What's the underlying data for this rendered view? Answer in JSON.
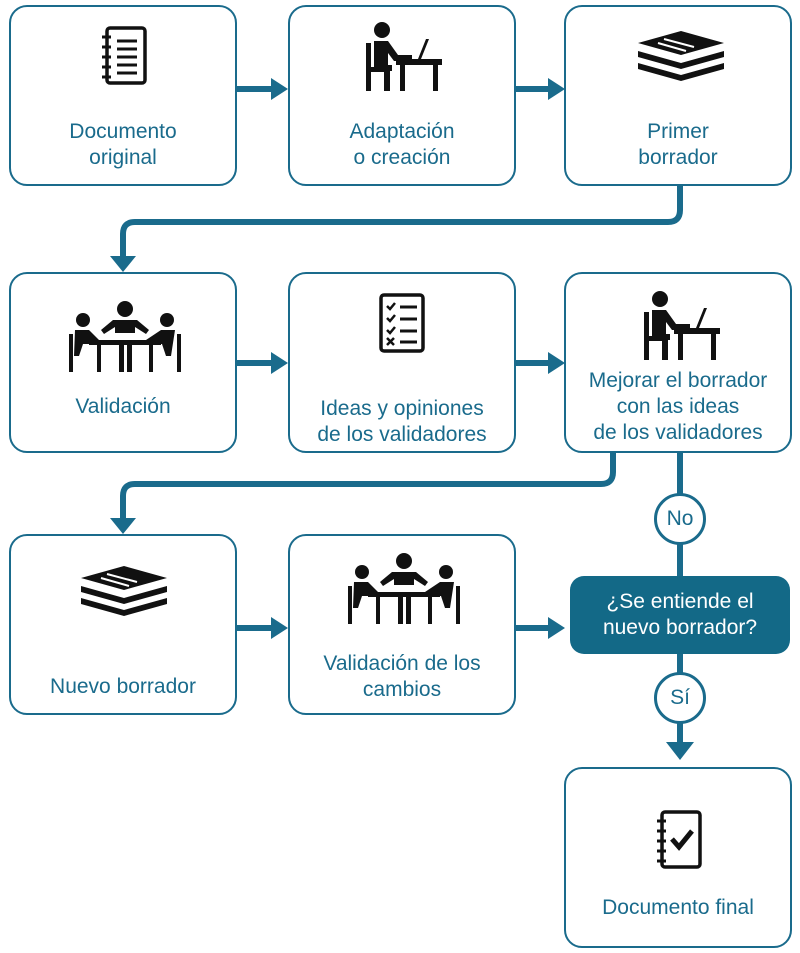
{
  "colors": {
    "accent": "#1a6b8c",
    "decision_fill": "#136987",
    "icon": "#111111"
  },
  "nodes": {
    "documento_original": {
      "line1": "Documento",
      "line2": "original",
      "icon": "notebook-icon"
    },
    "adaptacion": {
      "line1": "Adaptación",
      "line2": "o creación",
      "icon": "person-at-desk-icon"
    },
    "primer_borrador": {
      "line1": "Primer",
      "line2": "borrador",
      "icon": "paper-stack-icon"
    },
    "validacion": {
      "line1": "Validación",
      "icon": "meeting-icon"
    },
    "ideas": {
      "line1": "Ideas y opiniones",
      "line2": "de los validadores",
      "icon": "checklist-icon"
    },
    "mejorar": {
      "line1": "Mejorar el borrador",
      "line2": "con las ideas",
      "line3": "de los validadores",
      "icon": "person-at-desk-icon"
    },
    "nuevo_borrador": {
      "line1": "Nuevo borrador",
      "icon": "paper-stack-icon"
    },
    "validacion_cambios": {
      "line1": "Validación de los",
      "line2": "cambios",
      "icon": "meeting-icon"
    },
    "decision": {
      "line1": "¿Se entiende el",
      "line2": "nuevo borrador?"
    },
    "documento_final": {
      "line1": "Documento final",
      "icon": "notebook-check-icon"
    }
  },
  "edges": {
    "no_label": "No",
    "si_label": "Sí"
  }
}
